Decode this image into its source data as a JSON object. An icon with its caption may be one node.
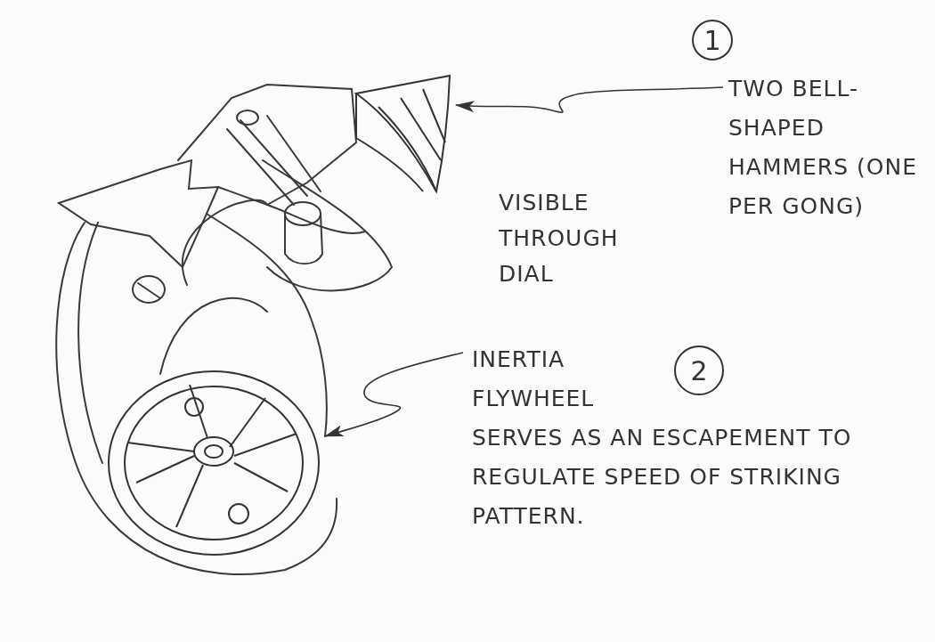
{
  "diagram": {
    "nodes": [
      {
        "text": [
          "1"
        ]
      },
      {
        "text": [
          "TWO BELL-SHAPED HAMMERS (ONE PER GONG)"
        ]
      },
      {
        "text": [],
        "shape": "picture"
      },
      {
        "text": [
          "2"
        ]
      },
      {
        "text": [
          "INERTIA FLYWHEEL SERVES AS AN ESCAPEMENT TO REGULATE SPEED OF STRIKING PATTERN."
        ]
      },
      {
        "text": [],
        "shape": "picture"
      }
    ],
    "edges": [
      {
        "from": 1,
        "to": 2,
        "arrow": "to"
      },
      {
        "from": 4,
        "to": 5,
        "arrow": "to"
      }
    ],
    "labels": [
      "VISIBLE THROUGH DIAL"
    ]
  }
}
